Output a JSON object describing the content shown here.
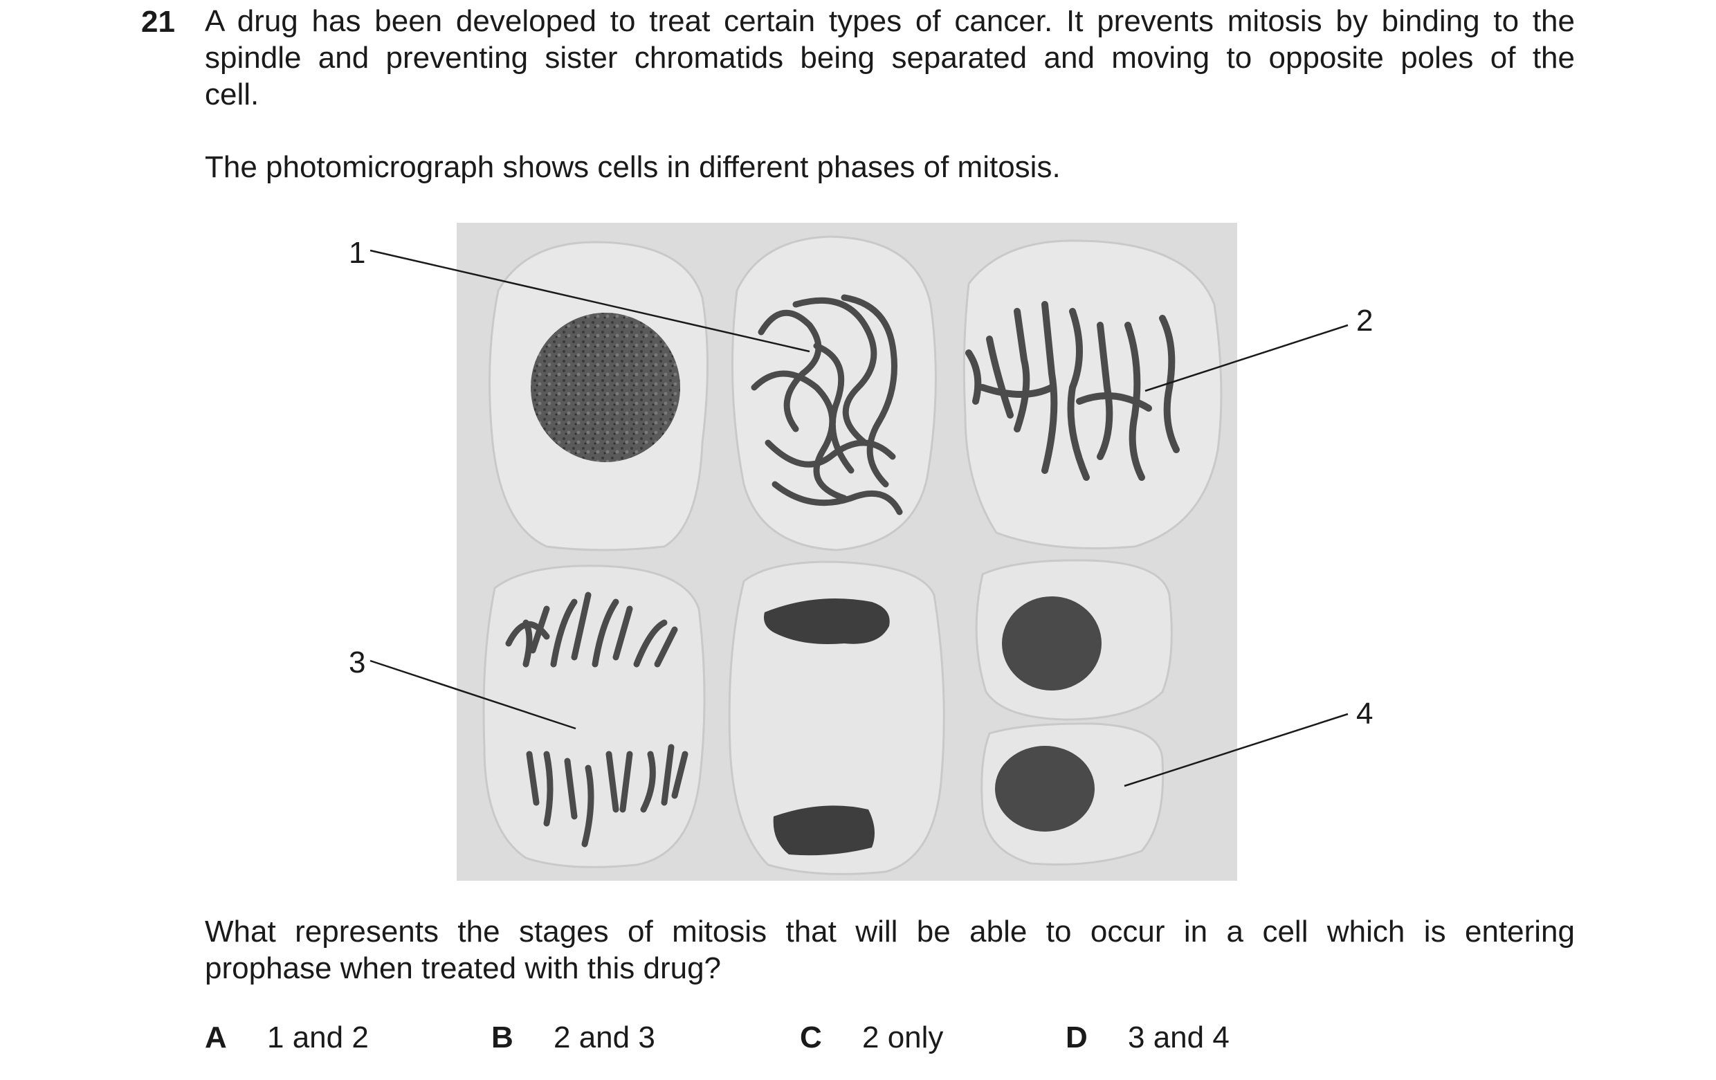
{
  "question": {
    "number": "21",
    "stem_lines": [
      "A drug has been developed to treat certain types of cancer. It prevents mitosis by binding to the",
      "spindle and preventing sister chromatids being separated and moving to opposite poles of the",
      "cell."
    ],
    "intro": "The photomicrograph shows cells in different phases of mitosis.",
    "prompt_lines": [
      "What represents the stages of mitosis that will be able to occur in a cell which is entering",
      "prophase when treated with this drug?"
    ]
  },
  "figure": {
    "labels": [
      "1",
      "2",
      "3",
      "4"
    ]
  },
  "options": [
    {
      "letter": "A",
      "text": "1 and 2"
    },
    {
      "letter": "B",
      "text": "2 and 3"
    },
    {
      "letter": "C",
      "text": "2 only"
    },
    {
      "letter": "D",
      "text": "3 and 4"
    }
  ]
}
